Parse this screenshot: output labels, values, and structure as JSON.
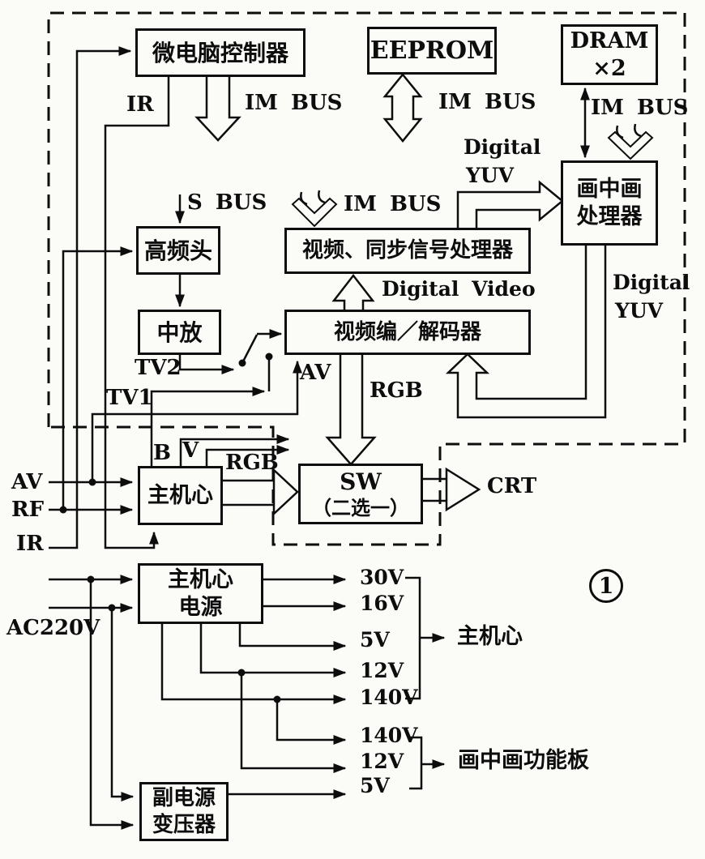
{
  "diagram": {
    "figure_mark": "1",
    "blocks": {
      "micro": "微电脑控制器",
      "eeprom": "EEPROM",
      "dram": {
        "line1": "DRAM",
        "line2": "×2"
      },
      "tuner": "高频头",
      "if_amp": "中放",
      "video_sync": "视频、同步信号处理器",
      "video_codec": "视频编／解码器",
      "pip": {
        "line1": "画中画",
        "line2": "处理器"
      },
      "chassis": "主机心",
      "sw": {
        "line1": "SW",
        "line2": "（二选一）"
      },
      "psu": {
        "line1": "主机心",
        "line2": "电源"
      },
      "aux_transformer": {
        "line1": "副电源",
        "line2": "变压器"
      }
    },
    "signals": {
      "ir_top": "IR",
      "im_bus_micro": "IM BUS",
      "im_bus_eeprom": "IM BUS",
      "im_bus_dram": "IM BUS",
      "im_bus_vsp": "IM BUS",
      "s_bus": "S BUS",
      "digital_yuv_top": {
        "line1": "Digital",
        "line2": "YUV"
      },
      "digital_yuv_right": {
        "line1": "Digital",
        "line2": "YUV"
      },
      "digital_video": "Digital Video",
      "tv2": "TV2",
      "tv1": "TV1",
      "av_codec": "AV",
      "rgb_codec": "RGB",
      "b": "B",
      "v": "V",
      "rgb_chassis": "RGB",
      "av_in": "AV",
      "rf_in": "RF",
      "ir_in": "IR",
      "crt": "CRT",
      "ac_in": "AC220V"
    },
    "power": {
      "chassis_rails": [
        "30V",
        "16V",
        "5V",
        "12V",
        "140V"
      ],
      "chassis_dest": "主机心",
      "pip_rails": [
        "140V",
        "12V",
        "5V"
      ],
      "pip_dest": "画中画功能板"
    },
    "line_color": "#0d0d0d",
    "background": "#fbfbf8"
  }
}
